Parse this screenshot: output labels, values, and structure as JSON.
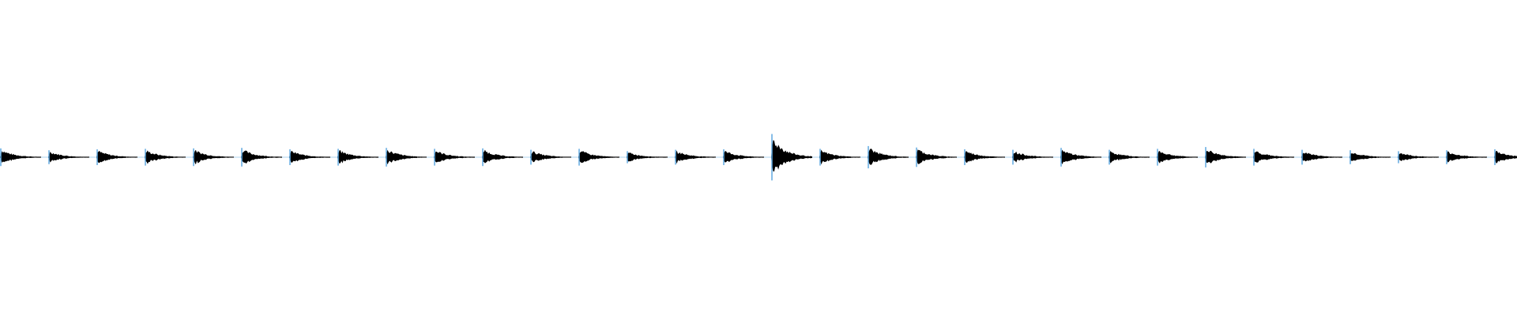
{
  "waveform": {
    "color": "#5fa8e0",
    "beat_count": 32,
    "beat_amplitudes": [
      0.38,
      0.3,
      0.34,
      0.36,
      0.38,
      0.4,
      0.34,
      0.36,
      0.4,
      0.36,
      0.38,
      0.32,
      0.36,
      0.26,
      0.32,
      0.34,
      1.0,
      0.36,
      0.48,
      0.42,
      0.34,
      0.32,
      0.4,
      0.32,
      0.36,
      0.44,
      0.36,
      0.32,
      0.3,
      0.26,
      0.3,
      0.34
    ]
  }
}
